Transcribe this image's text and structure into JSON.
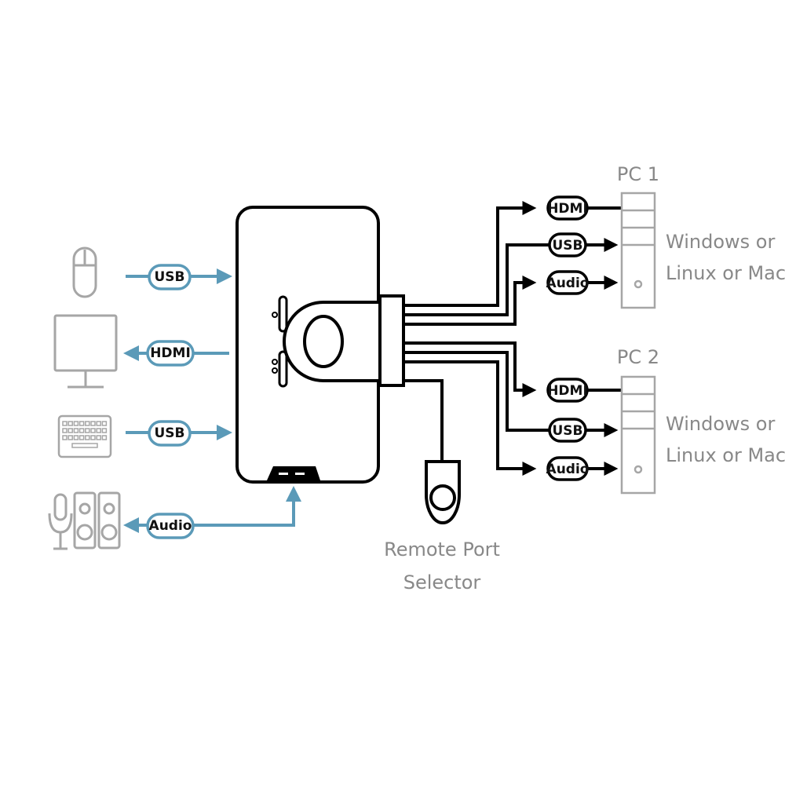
{
  "colors": {
    "blue": "#5b9ab8",
    "black": "#000000",
    "gray": "#a6a6a6",
    "label_gray": "#888888"
  },
  "left_devices": {
    "mouse": {
      "icon": "mouse-icon",
      "cable": "USB"
    },
    "monitor": {
      "icon": "monitor-icon",
      "cable": "HDMI"
    },
    "keyboard": {
      "icon": "keyboard-icon",
      "cable": "USB"
    },
    "audio": {
      "icon": "microphone-speakers-icon",
      "cable": "Audio"
    }
  },
  "pc1": {
    "title": "PC 1",
    "os_line1": "Windows or",
    "os_line2": "Linux or Mac",
    "cables": [
      "HDMI",
      "USB",
      "Audio"
    ]
  },
  "pc2": {
    "title": "PC 2",
    "os_line1": "Windows or",
    "os_line2": "Linux or Mac",
    "cables": [
      "HDMI",
      "USB",
      "Audio"
    ]
  },
  "remote": {
    "line1": "Remote Port",
    "line2": "Selector"
  }
}
